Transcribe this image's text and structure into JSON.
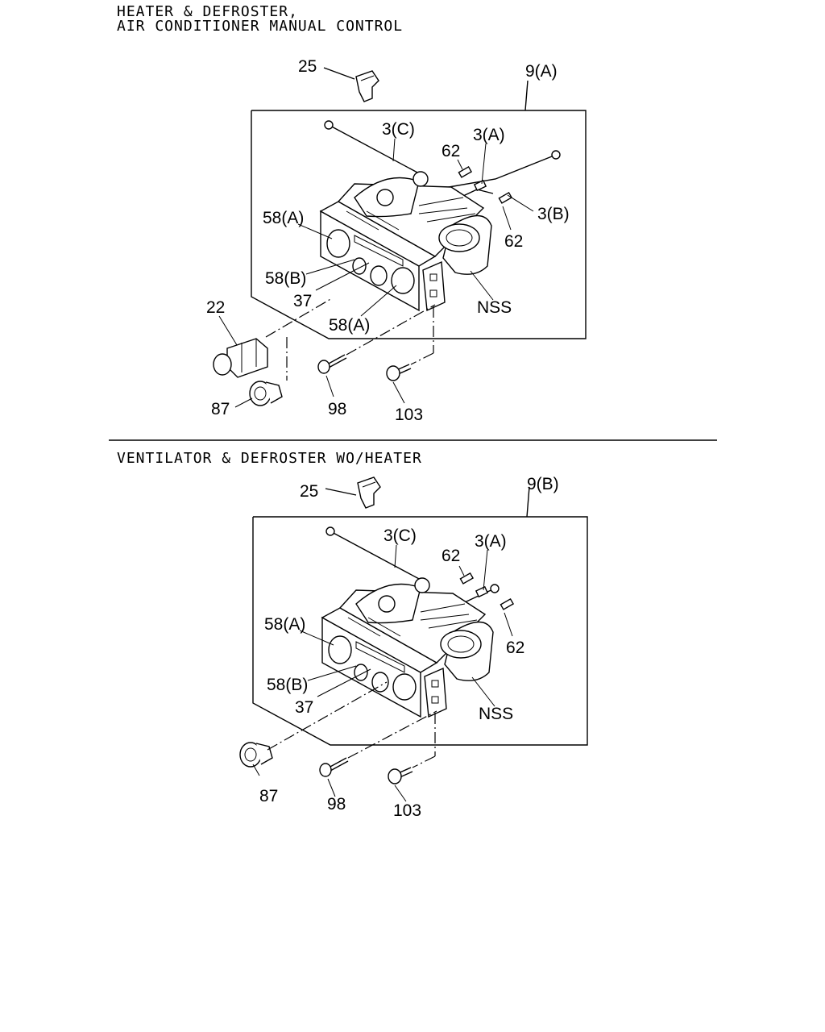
{
  "sections": [
    {
      "title_line1": "HEATER & DEFROSTER,",
      "title_line2": "AIR CONDITIONER MANUAL CONTROL",
      "labels": {
        "clip": "25",
        "assembly": "9(A)",
        "cable_c": "3(C)",
        "cable_a": "3(A)",
        "pin_top": "62",
        "cable_b": "3(B)",
        "pin_right": "62",
        "knob_a_top": "58(A)",
        "knob_b": "58(B)",
        "bulb": "37",
        "knob_a_bottom": "58(A)",
        "nss": "NSS",
        "switch": "22",
        "socket": "87",
        "screw": "98",
        "bolt": "103"
      }
    },
    {
      "title_line1": "VENTILATOR & DEFROSTER WO/HEATER",
      "labels": {
        "clip": "25",
        "assembly": "9(B)",
        "cable_c": "3(C)",
        "cable_a": "3(A)",
        "pin_top": "62",
        "pin_right": "62",
        "knob_a": "58(A)",
        "knob_b": "58(B)",
        "bulb": "37",
        "nss": "NSS",
        "socket": "87",
        "screw": "98",
        "bolt": "103"
      }
    }
  ]
}
